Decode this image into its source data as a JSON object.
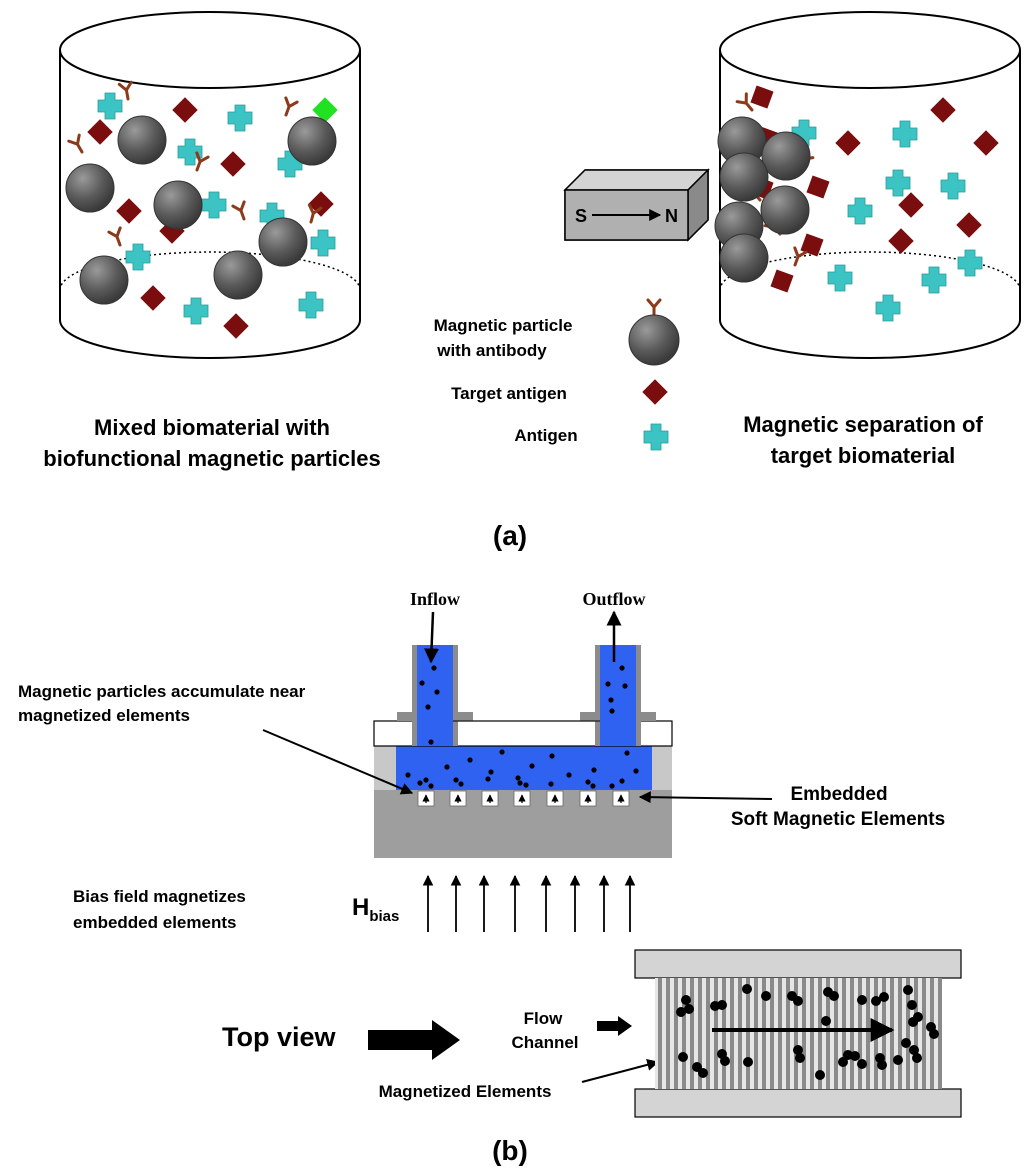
{
  "panel_a": {
    "caption_left": [
      "Mixed biomaterial with",
      "biofunctional magnetic particles"
    ],
    "caption_right": [
      "Magnetic separation of",
      "target biomaterial"
    ],
    "magnet": {
      "south": "S",
      "north": "N"
    },
    "legend": {
      "particle": [
        "Magnetic particle",
        "with antibody"
      ],
      "target": "Target  antigen",
      "antigen": "Antigen"
    },
    "label": "(a)"
  },
  "panel_b": {
    "inflow": "Inflow",
    "outflow": "Outflow",
    "accumulate": [
      "Magnetic particles accumulate near",
      "magnetized elements"
    ],
    "embedded": [
      "Embedded",
      "Soft Magnetic Elements"
    ],
    "bias_note": [
      "Bias field magnetizes",
      "embedded elements"
    ],
    "h_main": "H",
    "h_sub": "bias",
    "top_view": "Top view",
    "flow_channel": [
      "Flow",
      "Channel"
    ],
    "magnetized_elements": "Magnetized Elements",
    "label": "(b)"
  },
  "colors": {
    "particle": "#5a5a5a",
    "antibody": "#8b3a1a",
    "target_antigen": "#7a0d0d",
    "antigen": "#3cc4c4",
    "fluid": "#2f62f0",
    "substrate": "#a0a0a0"
  }
}
